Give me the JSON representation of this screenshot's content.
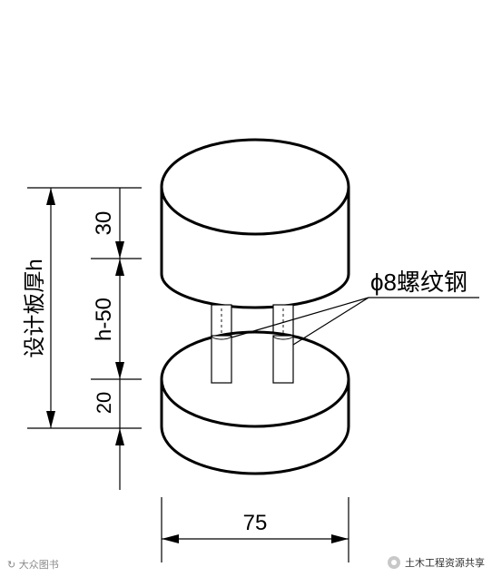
{
  "labels": {
    "dim_30": "30",
    "dim_h50": "h-50",
    "dim_20": "20",
    "dim_75": "75",
    "total_height": "设计板厚h",
    "rebar": "ϕ8螺纹钢"
  },
  "watermark": {
    "left": "大众图书",
    "right": "土木工程资源共享"
  },
  "colors": {
    "stroke": "#000000",
    "background": "#ffffff",
    "watermark": "#8a8a8a"
  },
  "icons": {
    "watermark_left": "logo-icon",
    "watermark_right": "wechat-icon"
  }
}
